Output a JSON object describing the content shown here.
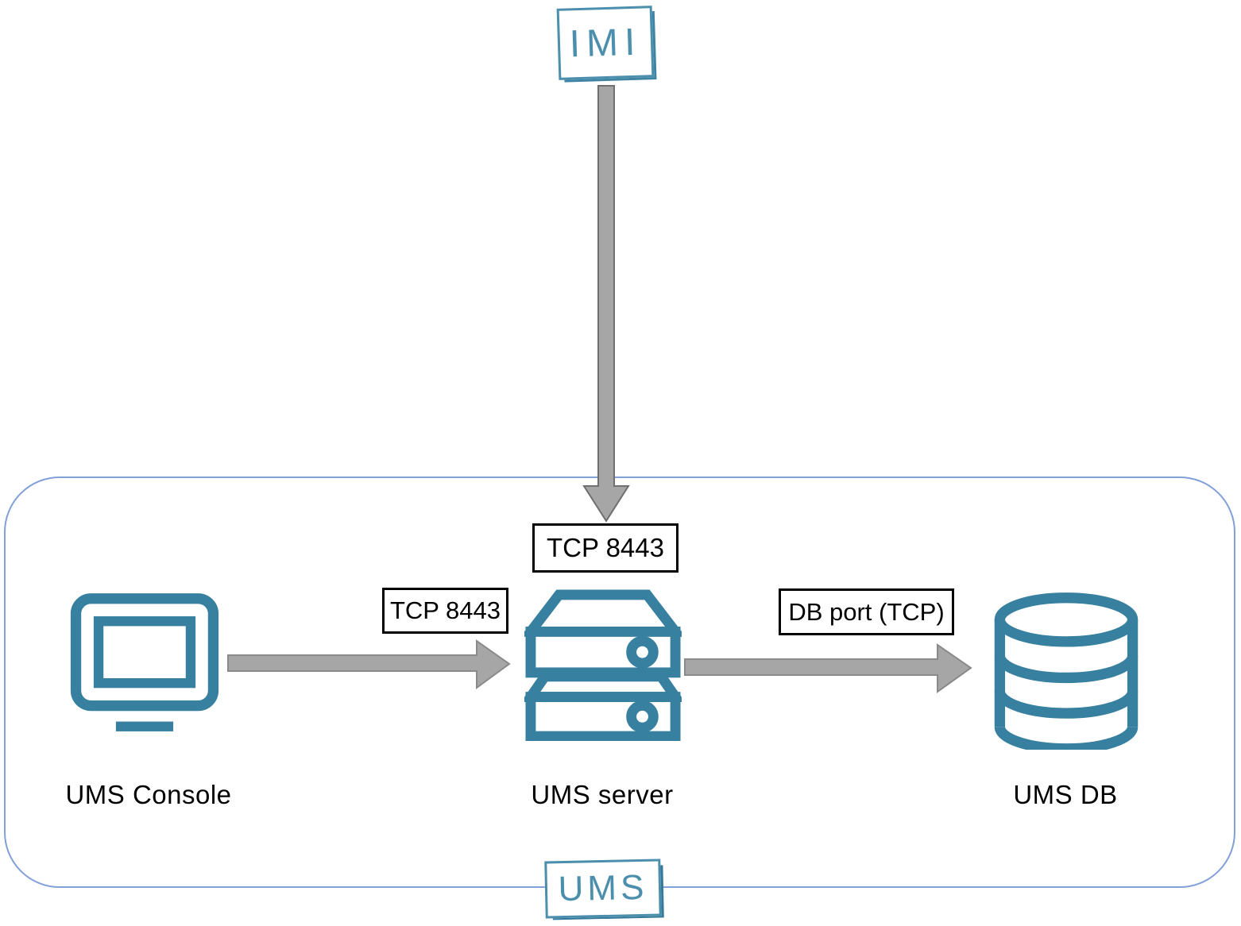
{
  "diagram": {
    "external_node": {
      "label": "IMI"
    },
    "container_label": "UMS",
    "nodes": {
      "console": {
        "label": "UMS Console",
        "icon": "monitor-icon"
      },
      "server": {
        "label": "UMS server",
        "icon": "server-icon"
      },
      "db": {
        "label": "UMS DB",
        "icon": "database-icon"
      }
    },
    "connections": {
      "imi_to_server": {
        "from": "IMI",
        "to": "UMS server",
        "port_label": "TCP 8443"
      },
      "console_to_server": {
        "from": "UMS Console",
        "to": "UMS server",
        "port_label": "TCP 8443"
      },
      "server_to_db": {
        "from": "UMS server",
        "to": "UMS DB",
        "port_label": "DB port (TCP)"
      }
    },
    "colors": {
      "icon_teal": "#37809f",
      "logo_teal": "#4b8fad",
      "arrow_fill": "#a6a6a6",
      "arrow_border": "#6f6f6f",
      "container_border": "#82a0d8",
      "label_border": "#000000",
      "text": "#000000"
    }
  }
}
